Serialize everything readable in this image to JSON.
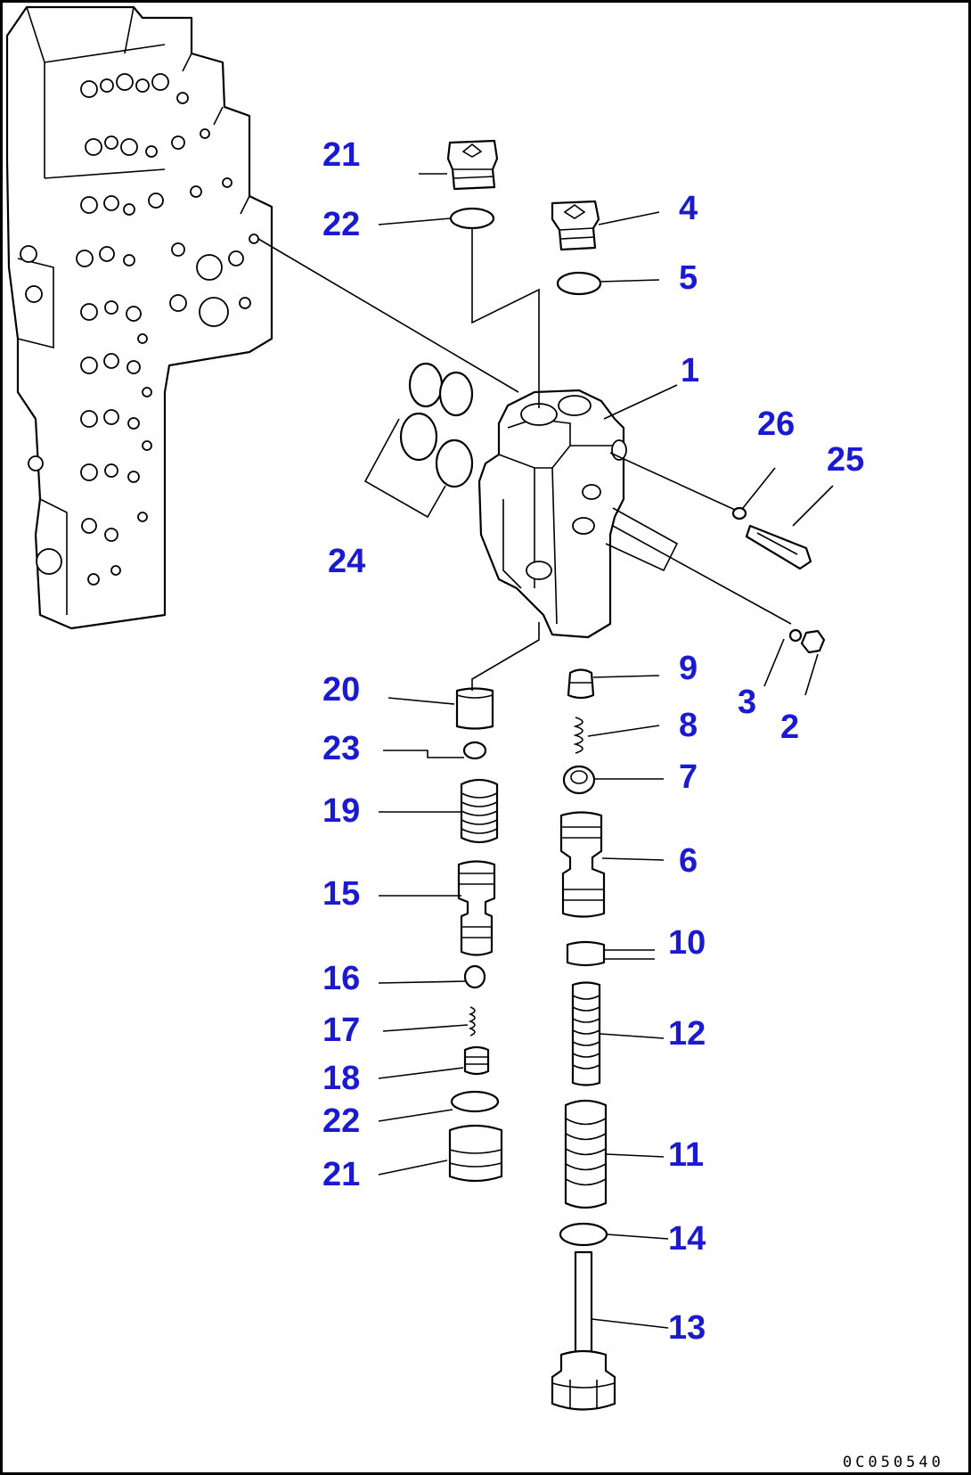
{
  "diagram": {
    "drawing_code": "0C050540",
    "colors": {
      "callout": "#1a1ad0",
      "line": "#000000",
      "background": "#ffffff"
    },
    "callouts": {
      "p21_top": "21",
      "p22_top": "22",
      "p4": "4",
      "p5": "5",
      "p1": "1",
      "p26": "26",
      "p25": "25",
      "p24": "24",
      "p20": "20",
      "p9": "9",
      "p3": "3",
      "p2": "2",
      "p8": "8",
      "p23": "23",
      "p7": "7",
      "p19": "19",
      "p6": "6",
      "p15": "15",
      "p10": "10",
      "p16": "16",
      "p17": "17",
      "p12": "12",
      "p18": "18",
      "p22_bottom": "22",
      "p11": "11",
      "p21_bottom": "21",
      "p14": "14",
      "p13": "13"
    }
  }
}
